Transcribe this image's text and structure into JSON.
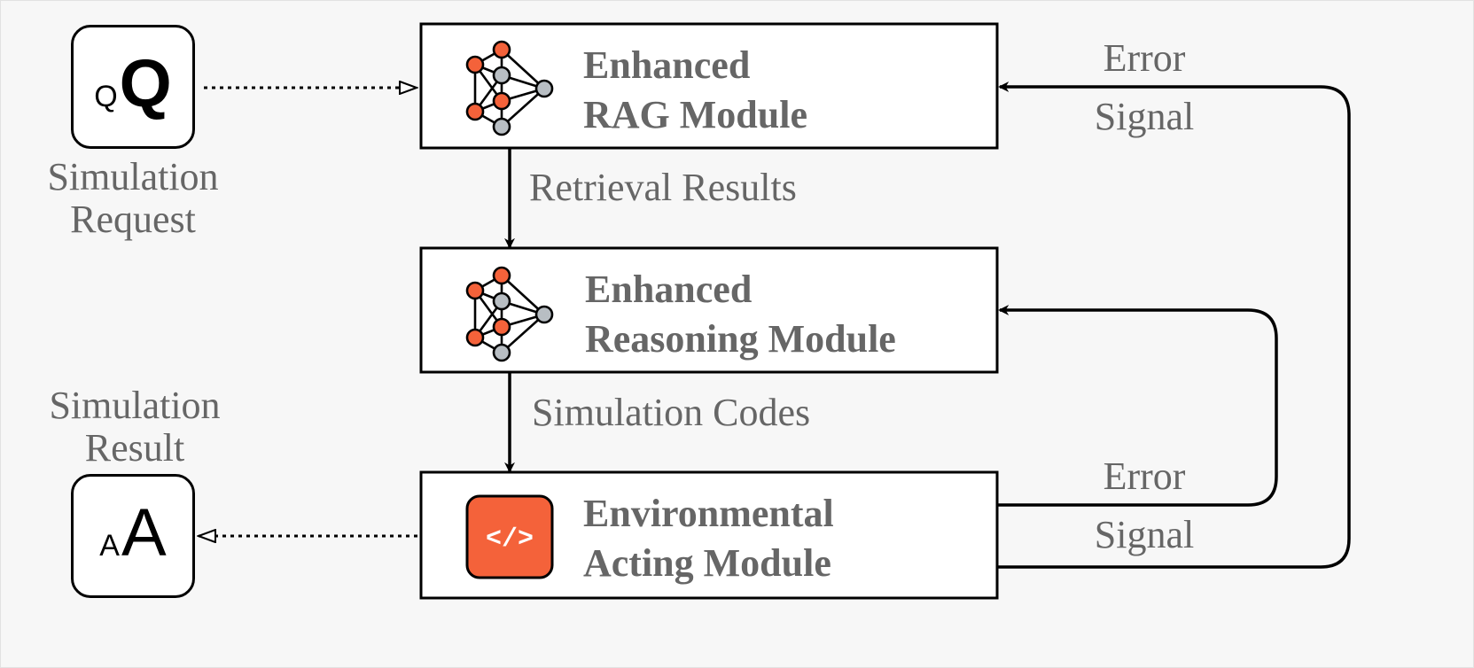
{
  "modules": {
    "rag": {
      "line1": "Enhanced",
      "line2": "RAG Module",
      "icon": "neural-network-icon"
    },
    "reasoning": {
      "line1": "Enhanced",
      "line2": "Reasoning Module",
      "icon": "neural-network-icon"
    },
    "acting": {
      "line1": "Environmental",
      "line2": "Acting Module",
      "icon": "code-icon"
    }
  },
  "inputs": {
    "request": {
      "glyph_small": "Q",
      "glyph_big": "Q",
      "line1": "Simulation",
      "line2": "Request"
    },
    "result": {
      "glyph_small": "A",
      "glyph_big": "A",
      "line1": "Simulation",
      "line2": "Result"
    }
  },
  "edges": {
    "retrieval": "Retrieval Results",
    "codes": "Simulation Codes",
    "error_top": {
      "line1": "Error",
      "line2": "Signal"
    },
    "error_mid": {
      "line1": "Error",
      "line2": "Signal"
    }
  },
  "colors": {
    "accent": "#f4623a",
    "node_gray": "#b8bec3",
    "text_gray": "#666666",
    "background": "#f7f7f7"
  }
}
